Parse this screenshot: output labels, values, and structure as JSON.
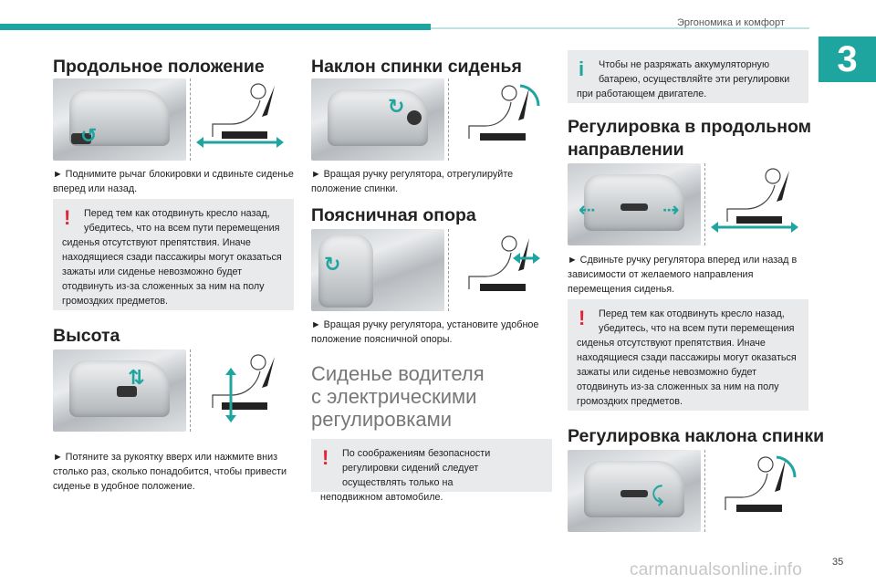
{
  "header": {
    "title": "Эргономика и комфорт",
    "chapter": "3",
    "page": "35"
  },
  "watermark": "carmanualsonline.info",
  "col1": {
    "s1": {
      "title": "Продольное положение",
      "text": "► Поднимите рычаг блокировки и сдвиньте сиденье вперед или назад.",
      "note_first": "Перед тем как отодвинуть кресло назад, убедитесь, что на всем пути перемещения",
      "note_rest": "сиденья отсутствуют препятствия. Иначе находящиеся сзади пассажиры могут оказаться зажаты или сиденье невозможно будет отодвинуть из-за сложенных за ним на полу громоздких предметов."
    },
    "s2": {
      "title": "Высота",
      "text": "► Потяните за рукоятку вверх или нажмите вниз столько раз, сколько понадобится, чтобы привести сиденье в удобное положение."
    }
  },
  "col2": {
    "s1": {
      "title": "Наклон спинки сиденья",
      "text": "► Вращая ручку регулятора, отрегулируйте положение спинки."
    },
    "s2": {
      "title": "Поясничная опора",
      "text": "► Вращая ручку регулятора, установите удобное положение поясничной опоры."
    },
    "s3": {
      "title": "Сиденье водителя с электрическими регулировками",
      "note_first": "По соображениям безопасности регулировки сидений следует осуществлять только на",
      "note_rest": "неподвижном автомобиле."
    }
  },
  "col3": {
    "note_top_first": "Чтобы не разряжать аккумуляторную батарею, осуществляйте эти регулировки",
    "note_top_rest": "при работающем двигателе.",
    "s1": {
      "title_line1": "Регулировка в продольном",
      "title_line2": "направлении",
      "text": "► Сдвиньте ручку регулятора вперед или назад в зависимости от желаемого направления перемещения сиденья.",
      "note_first": "Перед тем как отодвинуть кресло назад, убедитесь, что на всем пути перемещения",
      "note_rest": "сиденья отсутствуют препятствия. Иначе находящиеся сзади пассажиры могут оказаться зажаты или сиденье невозможно будет отодвинуть из-за сложенных за ним на полу громоздких предметов."
    },
    "s2": {
      "title": "Регулировка наклона спинки"
    }
  },
  "icons": {
    "warning": "!",
    "info": "i"
  }
}
